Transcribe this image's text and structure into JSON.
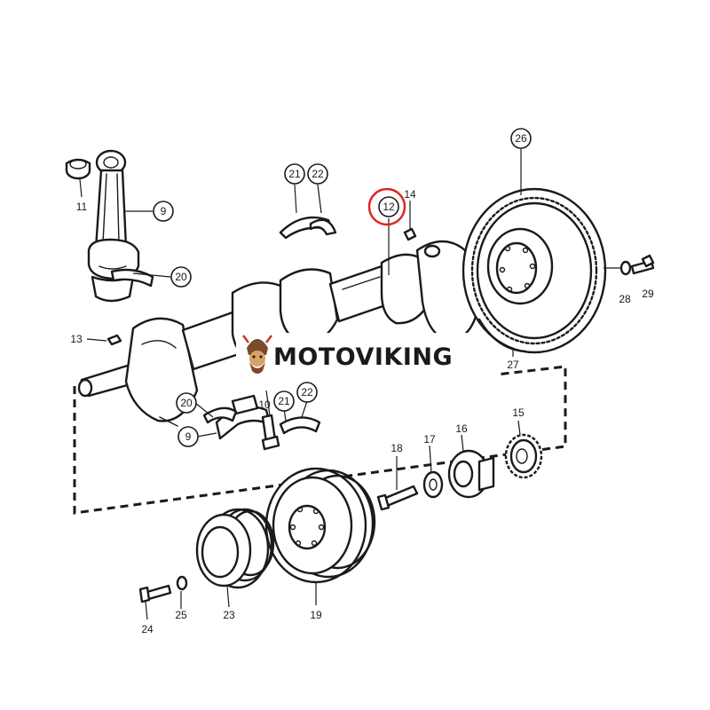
{
  "watermark": {
    "text": "MOTOVIKING"
  },
  "callouts": {
    "c9a": "9",
    "c11": "11",
    "c20a": "20",
    "c21a": "21",
    "c22a": "22",
    "c12": "12",
    "c14": "14",
    "c26": "26",
    "c28": "28",
    "c29": "29",
    "c27": "27",
    "c13": "13",
    "c20b": "20",
    "c9b": "9",
    "c10": "10",
    "c21b": "21",
    "c22b": "22",
    "c18": "18",
    "c17": "17",
    "c16": "16",
    "c15": "15",
    "c24": "24",
    "c25": "25",
    "c23": "23",
    "c19": "19"
  },
  "highlight": {
    "part": "12",
    "color": "#e02424"
  }
}
